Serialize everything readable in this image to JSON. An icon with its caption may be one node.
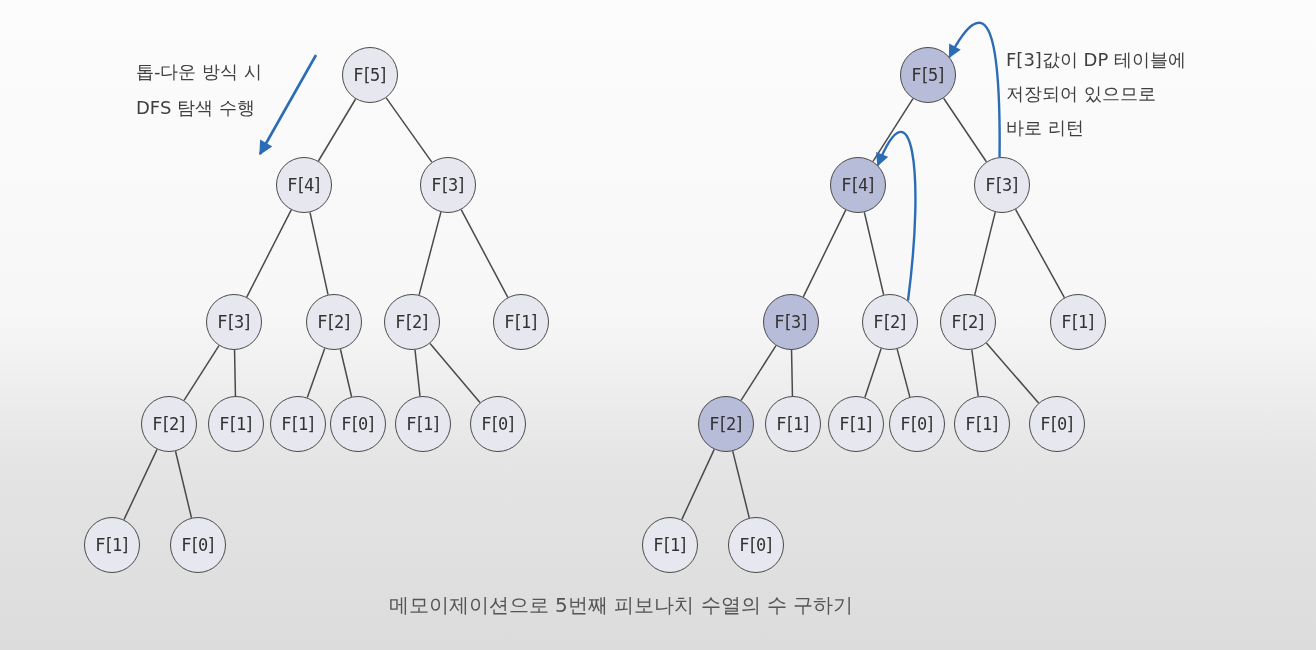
{
  "diagram": {
    "caption": "메모이제이션으로 5번째 피보나치 수열의 수 구하기",
    "nodes": [
      {
        "text": [
          "F[5]"
        ]
      },
      {
        "text": [
          "F[4]"
        ]
      },
      {
        "text": [
          "F[3]"
        ]
      },
      {
        "text": [
          "F[3]"
        ]
      },
      {
        "text": [
          "F[2]"
        ]
      },
      {
        "text": [
          "F[2]"
        ]
      },
      {
        "text": [
          "F[1]"
        ]
      },
      {
        "text": [
          "F[2]"
        ]
      },
      {
        "text": [
          "F[1]"
        ]
      },
      {
        "text": [
          "F[1]"
        ]
      },
      {
        "text": [
          "F[0]"
        ]
      },
      {
        "text": [
          "F[1]"
        ]
      },
      {
        "text": [
          "F[0]"
        ]
      },
      {
        "text": [
          "F[1]"
        ]
      },
      {
        "text": [
          "F[0]"
        ]
      },
      {
        "text": [
          "F[5]"
        ]
      },
      {
        "text": [
          "F[4]"
        ]
      },
      {
        "text": [
          "F[3]"
        ]
      },
      {
        "text": [
          "F[3]"
        ]
      },
      {
        "text": [
          "F[2]"
        ]
      },
      {
        "text": [
          "F[2]"
        ]
      },
      {
        "text": [
          "F[1]"
        ]
      },
      {
        "text": [
          "F[2]"
        ]
      },
      {
        "text": [
          "F[1]"
        ]
      },
      {
        "text": [
          "F[1]"
        ]
      },
      {
        "text": [
          "F[0]"
        ]
      },
      {
        "text": [
          "F[1]"
        ]
      },
      {
        "text": [
          "F[0]"
        ]
      },
      {
        "text": [
          "F[1]"
        ]
      },
      {
        "text": [
          "F[0]"
        ]
      }
    ],
    "edges": [
      {
        "from": 0,
        "to": 1,
        "arrow": "none"
      },
      {
        "from": 0,
        "to": 2,
        "arrow": "none"
      },
      {
        "from": 1,
        "to": 3,
        "arrow": "none"
      },
      {
        "from": 1,
        "to": 4,
        "arrow": "none"
      },
      {
        "from": 2,
        "to": 5,
        "arrow": "none"
      },
      {
        "from": 2,
        "to": 6,
        "arrow": "none"
      },
      {
        "from": 3,
        "to": 7,
        "arrow": "none"
      },
      {
        "from": 3,
        "to": 8,
        "arrow": "none"
      },
      {
        "from": 4,
        "to": 9,
        "arrow": "none"
      },
      {
        "from": 4,
        "to": 10,
        "arrow": "none"
      },
      {
        "from": 5,
        "to": 11,
        "arrow": "none"
      },
      {
        "from": 5,
        "to": 12,
        "arrow": "none"
      },
      {
        "from": 7,
        "to": 13,
        "arrow": "none"
      },
      {
        "from": 7,
        "to": 14,
        "arrow": "none"
      },
      {
        "from": 15,
        "to": 16,
        "arrow": "none"
      },
      {
        "from": 15,
        "to": 17,
        "arrow": "none"
      },
      {
        "from": 16,
        "to": 18,
        "arrow": "none"
      },
      {
        "from": 16,
        "to": 19,
        "arrow": "none"
      },
      {
        "from": 17,
        "to": 20,
        "arrow": "none"
      },
      {
        "from": 17,
        "to": 21,
        "arrow": "none"
      },
      {
        "from": 18,
        "to": 22,
        "arrow": "none"
      },
      {
        "from": 18,
        "to": 23,
        "arrow": "none"
      },
      {
        "from": 19,
        "to": 24,
        "arrow": "none"
      },
      {
        "from": 19,
        "to": 25,
        "arrow": "none"
      },
      {
        "from": 20,
        "to": 26,
        "arrow": "none"
      },
      {
        "from": 20,
        "to": 27,
        "arrow": "none"
      },
      {
        "from": 22,
        "to": 28,
        "arrow": "none"
      },
      {
        "from": 22,
        "to": 29,
        "arrow": "none"
      },
      {
        "from": 17,
        "to": 15,
        "arrow": "to",
        "color": "#2a6db5"
      },
      {
        "from": 19,
        "to": 16,
        "arrow": "to",
        "color": "#2a6db5"
      }
    ],
    "labels": [
      "톱-다운 방식 시 DFS 탐색 수행",
      "F[3]값이 DP 테이블에 저장되어 있으므로 바로 리턴"
    ]
  }
}
